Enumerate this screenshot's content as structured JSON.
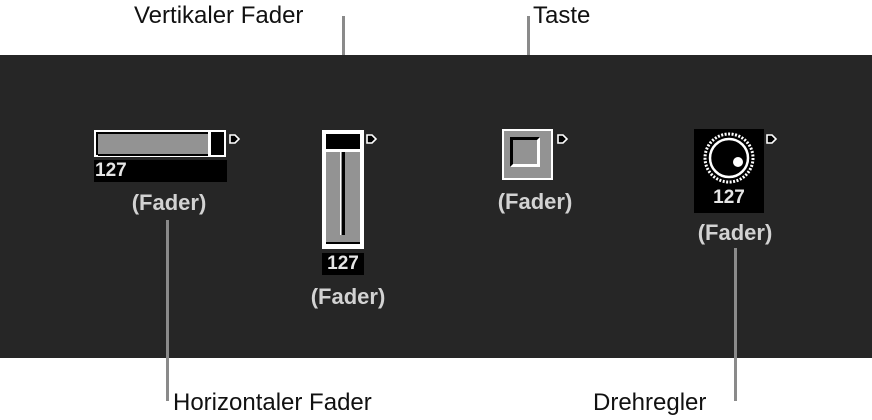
{
  "callouts": {
    "vertical_fader": "Vertikaler Fader",
    "button": "Taste",
    "horizontal_fader": "Horizontaler Fader",
    "knob": "Drehregler"
  },
  "controls": [
    {
      "type": "horizontal-fader",
      "value": "127",
      "caption": "(Fader)"
    },
    {
      "type": "vertical-fader",
      "value": "127",
      "caption": "(Fader)"
    },
    {
      "type": "button",
      "caption": "(Fader)"
    },
    {
      "type": "knob",
      "value": "127",
      "caption": "(Fader)"
    }
  ],
  "colors": {
    "panel_bg": "#262626",
    "control_gray": "#939393",
    "callout_line": "#8a8a8a",
    "caption_text": "#d2d2d2"
  }
}
